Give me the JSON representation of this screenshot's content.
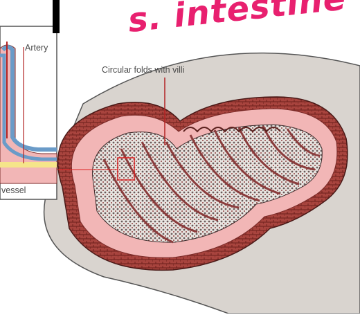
{
  "annotation": {
    "handwritten_title": "s. intestine"
  },
  "inset": {
    "artery_label": "Artery",
    "vessel_label": "vessel"
  },
  "main": {
    "callout_label": "Circular folds with villi"
  },
  "colors": {
    "tissue_pink": "#f2b6b6",
    "muscle_red": "#a8443e",
    "outer_wall": "#d9d4cf",
    "vessel_blue": "#6a9bc8",
    "fat_yellow": "#f5e58a",
    "annotation_pink": "#e8206f"
  }
}
